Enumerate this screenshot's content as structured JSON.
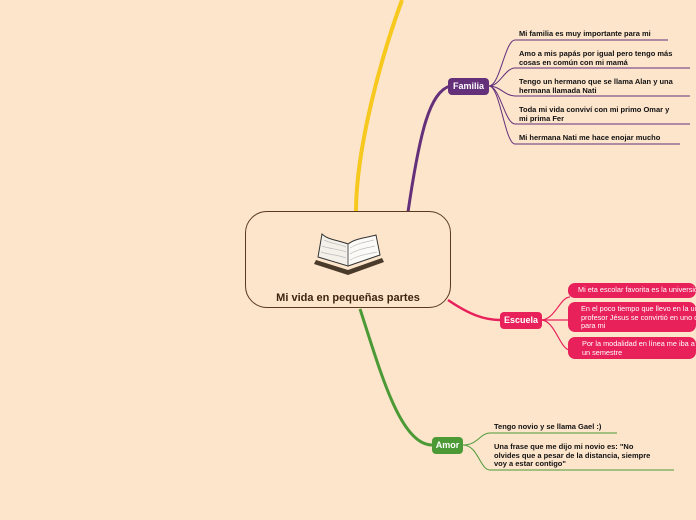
{
  "central": {
    "title": "Mi vida en pequeñas partes",
    "icon": "open-book-icon"
  },
  "colors": {
    "background": "#fde5cc",
    "familia": "#64307a",
    "escuela": "#e8215b",
    "amor": "#4c9a36",
    "yellow": "#f7c81e"
  },
  "branches": {
    "familia": {
      "label": "Familia",
      "items": [
        "Mi familia es muy importante para mi",
        [
          "Amo a mis papás por igual pero tengo más",
          "cosas en común con mi mamá"
        ],
        [
          "Tengo un hermano que se llama Alan y una",
          "hermana llamada Nati"
        ],
        [
          "Toda mi vida conviví con mi primo Omar y",
          "mi prima Fer"
        ],
        "Mi hermana Nati me hace enojar mucho"
      ]
    },
    "escuela": {
      "label": "Escuela",
      "items": [
        [
          "Mi eta escolar favorita es la universidad"
        ],
        [
          "En el poco tiempo que llevo en la universidad el",
          "profesor Jésus se convirtió en uno de los favoritos",
          "para mi"
        ],
        [
          "Por la modalidad en línea me iba a dar de baja",
          "un semestre"
        ]
      ]
    },
    "amor": {
      "label": "Amor",
      "items": [
        "Tengo novio y se llama Gael :)",
        [
          "Una frase que me dijo mi novio es: \"No",
          "olvides que a pesar de la distancia, siempre",
          "voy a estar contigo\""
        ]
      ]
    }
  }
}
